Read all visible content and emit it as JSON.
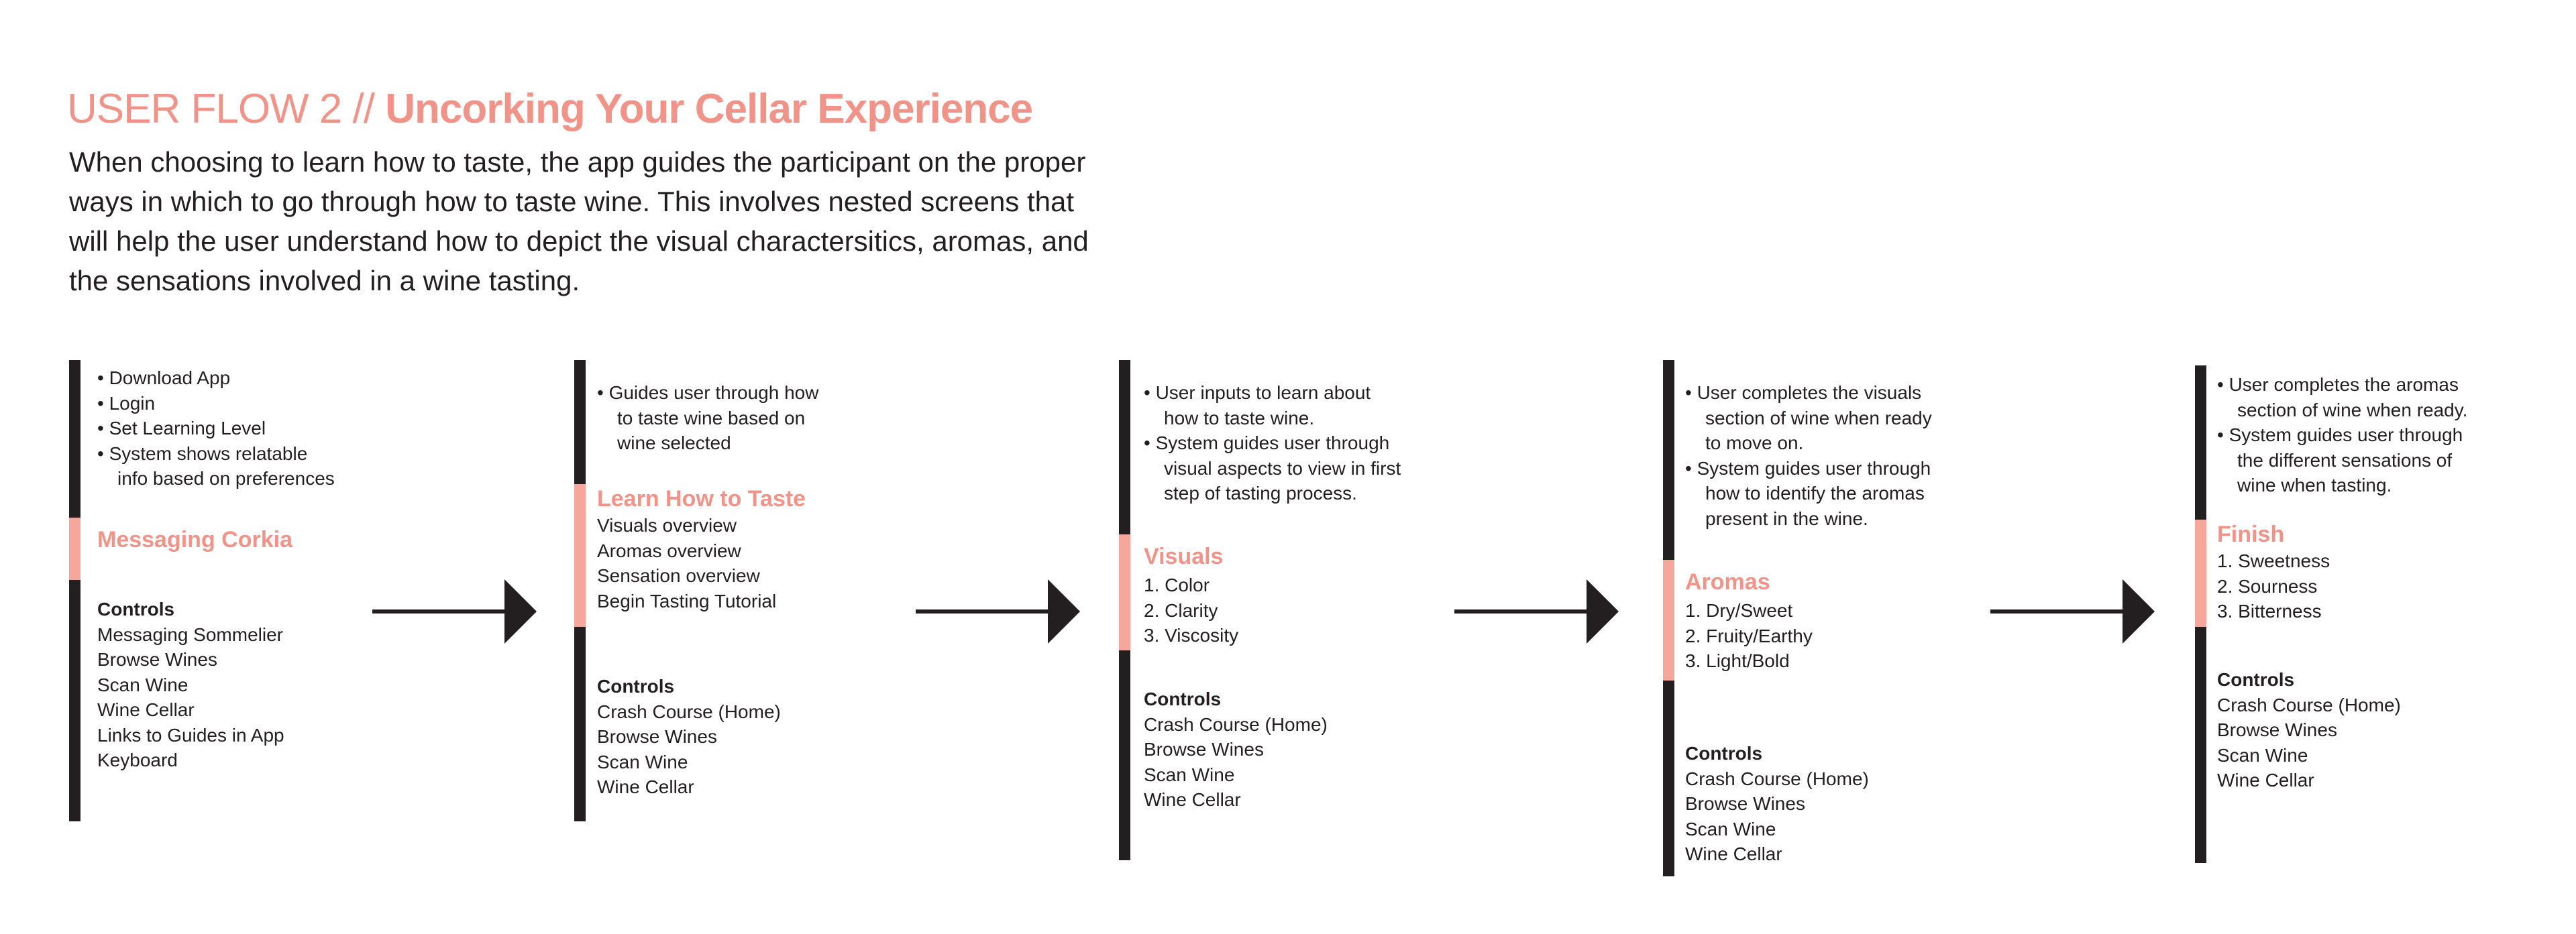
{
  "header": {
    "title_light": "USER FLOW 2 // ",
    "title_bold": "Uncorking Your Cellar Experience",
    "intro": "When choosing to learn how to taste, the app guides the participant on the proper\nways in which to go through how to taste wine. This involves nested screens that\nwill help the user understand how to depict the visual charactersitics, aromas, and\nthe sensations involved in a wine tasting."
  },
  "colors": {
    "accent_text": "#f0948a",
    "accent_bar": "#f4a79a",
    "ink": "#231f20"
  },
  "columns": [
    {
      "id": "messaging-corkia",
      "bullet_lines": [
        {
          "t": "• Download App"
        },
        {
          "t": "• Login"
        },
        {
          "t": "• Set Learning Level"
        },
        {
          "t": "• System shows relatable"
        },
        {
          "t": "info based on preferences",
          "c": 1
        }
      ],
      "heading": "Messaging Corkia",
      "list": [],
      "controls_title": "Controls",
      "controls": [
        "Messaging Sommelier",
        "Browse Wines",
        "Scan Wine",
        "Wine Cellar",
        "Links to Guides in App",
        "Keyboard"
      ]
    },
    {
      "id": "learn-how-to-taste",
      "bullet_lines": [
        {
          "t": "• Guides user through how"
        },
        {
          "t": "to taste wine based on",
          "c": 1
        },
        {
          "t": "wine selected",
          "c": 1
        }
      ],
      "heading": "Learn How to Taste",
      "list": [
        "Visuals overview",
        "Aromas overview",
        "Sensation overview",
        "Begin Tasting Tutorial"
      ],
      "controls_title": "Controls",
      "controls": [
        "Crash Course (Home)",
        "Browse Wines",
        "Scan Wine",
        "Wine Cellar"
      ]
    },
    {
      "id": "visuals",
      "bullet_lines": [
        {
          "t": "• User inputs to learn about"
        },
        {
          "t": "how to taste wine.",
          "c": 1
        },
        {
          "t": "• System guides user through"
        },
        {
          "t": "visual aspects to view in first",
          "c": 1
        },
        {
          "t": "step of tasting process.",
          "c": 1
        }
      ],
      "heading": "Visuals",
      "list": [
        "1. Color",
        "2. Clarity",
        "3. Viscosity"
      ],
      "controls_title": "Controls",
      "controls": [
        "Crash Course (Home)",
        "Browse Wines",
        "Scan Wine",
        "Wine Cellar"
      ]
    },
    {
      "id": "aromas",
      "bullet_lines": [
        {
          "t": "• User completes the visuals"
        },
        {
          "t": "section of wine when ready",
          "c": 1
        },
        {
          "t": "to move on.",
          "c": 1
        },
        {
          "t": "• System guides user through"
        },
        {
          "t": "how to identify the aromas",
          "c": 1
        },
        {
          "t": "present in the wine.",
          "c": 1
        }
      ],
      "heading": "Aromas",
      "list": [
        "1. Dry/Sweet",
        "2. Fruity/Earthy",
        "3. Light/Bold"
      ],
      "controls_title": "Controls",
      "controls": [
        "Crash Course (Home)",
        "Browse Wines",
        "Scan Wine",
        "Wine Cellar"
      ]
    },
    {
      "id": "finish",
      "bullet_lines": [
        {
          "t": "• User completes the aromas"
        },
        {
          "t": "section of wine when ready.",
          "c": 1
        },
        {
          "t": "• System guides user through"
        },
        {
          "t": "the different sensations of",
          "c": 1
        },
        {
          "t": "wine when tasting.",
          "c": 1
        }
      ],
      "heading": "Finish",
      "list": [
        "1. Sweetness",
        "2. Sourness",
        "3. Bitterness"
      ],
      "controls_title": "Controls",
      "controls": [
        "Crash Course (Home)",
        "Browse Wines",
        "Scan Wine",
        "Wine Cellar"
      ]
    }
  ]
}
